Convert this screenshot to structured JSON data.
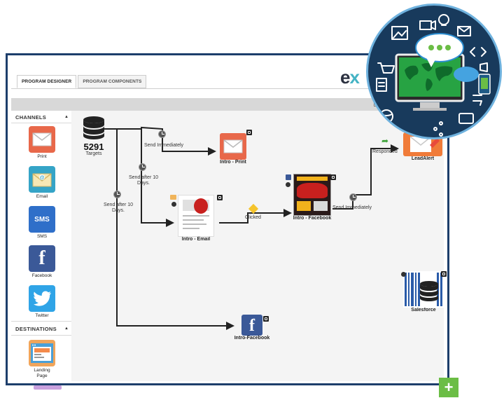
{
  "tabs": [
    {
      "label": "PROGRAM DESIGNER",
      "active": true
    },
    {
      "label": "PROGRAM COMPONENTS",
      "active": false
    }
  ],
  "logo": {
    "text_dark": "e",
    "text_accent": "x"
  },
  "toolbar": {
    "text": "P"
  },
  "sidebar": {
    "channels_heading": "CHANNELS",
    "destinations_heading": "DESTINATIONS",
    "channels": [
      {
        "label": "Print",
        "icon": "print-envelope-icon",
        "color": "#e8684a"
      },
      {
        "label": "Email",
        "icon": "email-envelope-icon",
        "color": "#35a4c7"
      },
      {
        "label": "SMS",
        "icon": "sms-icon",
        "color": "#2f6fc9",
        "glyph": "SMS"
      },
      {
        "label": "Facebook",
        "icon": "facebook-icon",
        "color": "#3b5998",
        "glyph": "f"
      },
      {
        "label": "Twitter",
        "icon": "twitter-icon",
        "color": "#2fa4e7"
      }
    ],
    "destinations": [
      {
        "label_line1": "Landing",
        "label_line2": "Page",
        "icon": "landing-page-icon"
      }
    ]
  },
  "flow": {
    "source": {
      "count": "5291",
      "label": "Targets"
    },
    "nodes": {
      "intro_print": "Intro - Print",
      "intro_email": "Intro - Email",
      "intro_facebook_ad": "Intro - Facebook",
      "intro_facebook": "Intro-Facebook",
      "lead_alert": "LeadAlert",
      "salesforce": "Salesforce"
    },
    "edges": {
      "send_immediately_1": "Send Immediately",
      "send_after_10_a_line1": "Send after 10",
      "send_after_10_a_line2": "Days.",
      "send_after_10_b_line1": "Send after 10",
      "send_after_10_b_line2": "Days.",
      "clicked": "Clicked",
      "send_immediately_2": "Send Immediately",
      "responded": "Responded"
    }
  },
  "colors": {
    "frame": "#1d3e6b",
    "accent_green": "#6bbd45",
    "hero_bg": "#183a5c"
  },
  "expand_button": {
    "label": "+"
  }
}
